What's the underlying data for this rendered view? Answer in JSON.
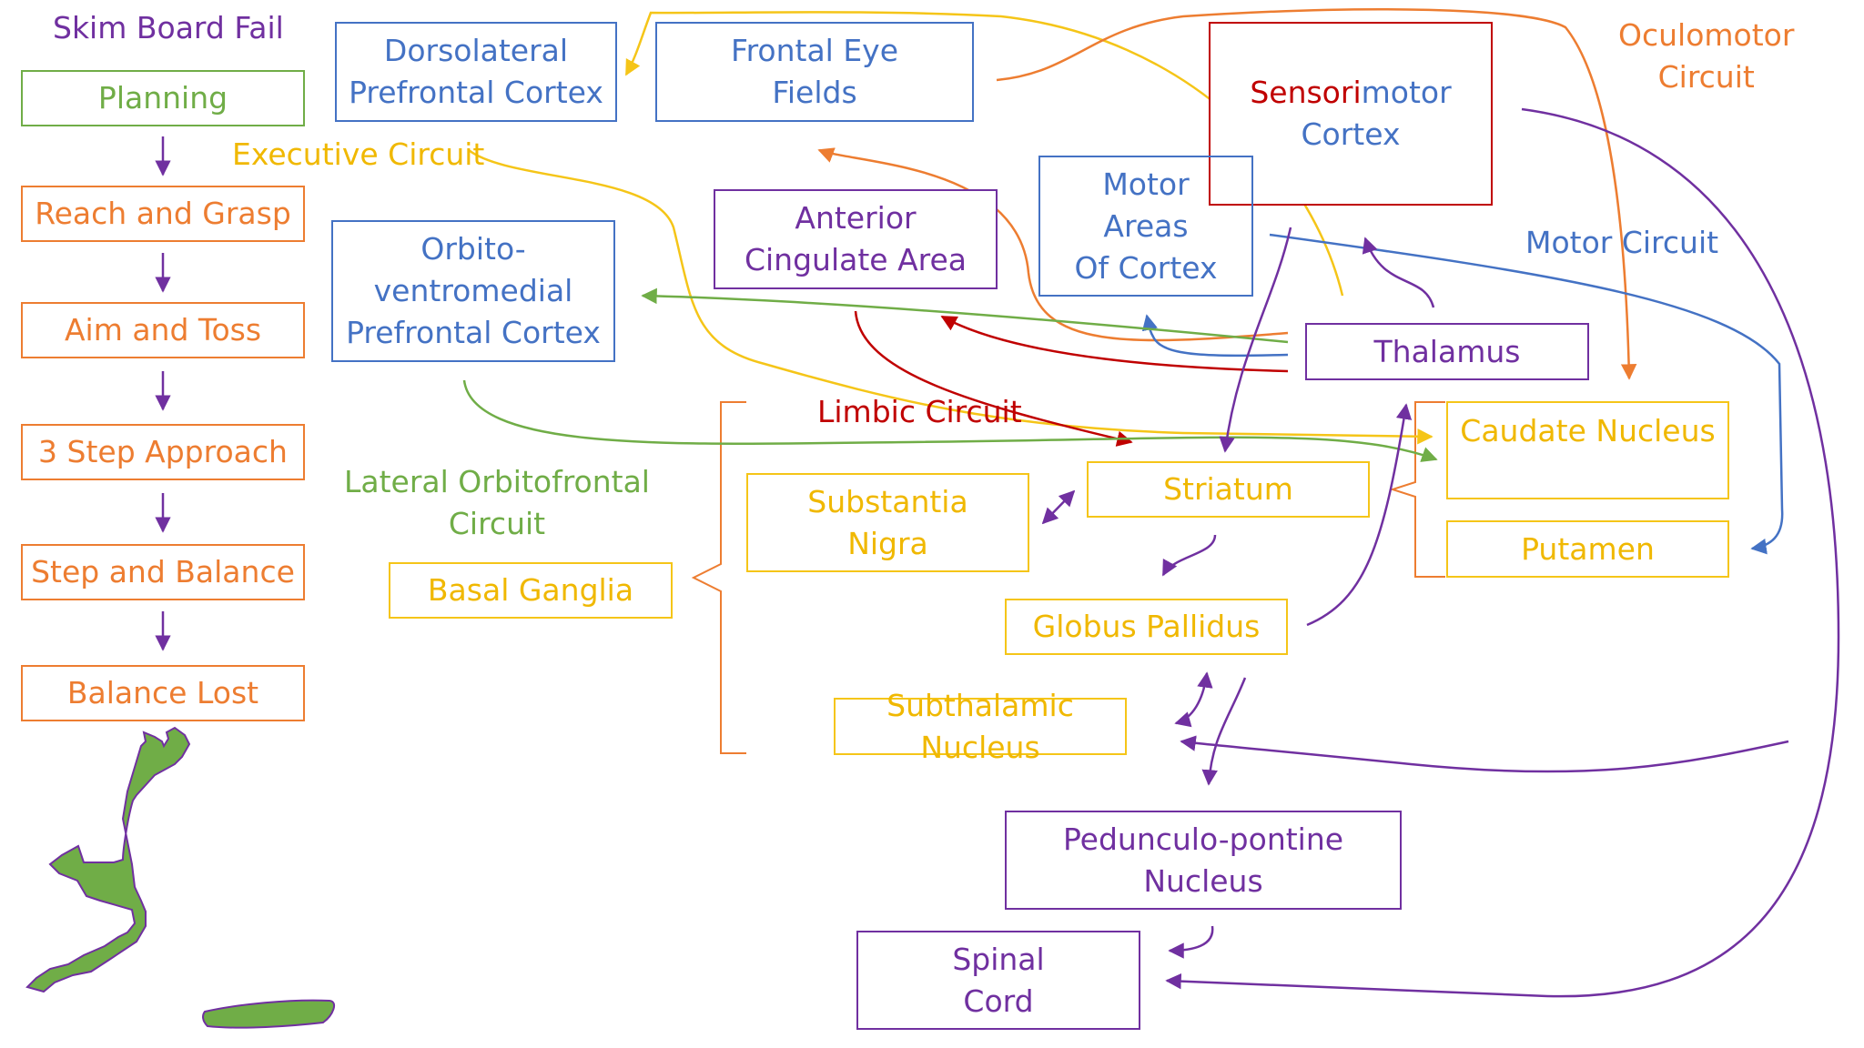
{
  "title": "Skim Board Fail",
  "steps": [
    "Planning",
    "Reach and Grasp",
    "Aim and Toss",
    "3 Step Approach",
    "Step and Balance",
    "Balance Lost"
  ],
  "circuits": {
    "executive": "Executive Circuit",
    "oculomotor": "Oculomotor\nCircuit",
    "motor": "Motor Circuit",
    "limbic": "Limbic Circuit",
    "lateral_orbitofrontal": "Lateral Orbitofrontal\nCircuit"
  },
  "regions": {
    "dlpfc": "Dorsolateral\nPrefrontal Cortex",
    "fef": "Frontal Eye\nFields",
    "sensorimotor_a": "Sensori",
    "sensorimotor_b": "motor",
    "sensorimotor_c": "Cortex",
    "ovmpfc": "Orbito-\nventromedial\nPrefrontal Cortex",
    "acc": "Anterior\nCingulate Area",
    "motor_areas": "Motor\nAreas\nOf Cortex",
    "thalamus": "Thalamus",
    "caudate": "Caudate Nucleus",
    "putamen": "Putamen",
    "striatum": "Striatum",
    "substantia_nigra": "Substantia\nNigra",
    "basal_ganglia": "Basal Ganglia",
    "globus_pallidus": "Globus Pallidus",
    "subthalamic": "Subthalamic Nucleus",
    "ppn": "Pedunculo-pontine\nNucleus",
    "spinal_cord": "Spinal\nCord"
  },
  "colors": {
    "green": "#70ad47",
    "orange": "#ed7d31",
    "blue": "#4472c4",
    "purple": "#7030a0",
    "yellow": "#f5c518",
    "red": "#c00000"
  },
  "icons": [
    "falling-person-icon",
    "skim-board-icon"
  ]
}
